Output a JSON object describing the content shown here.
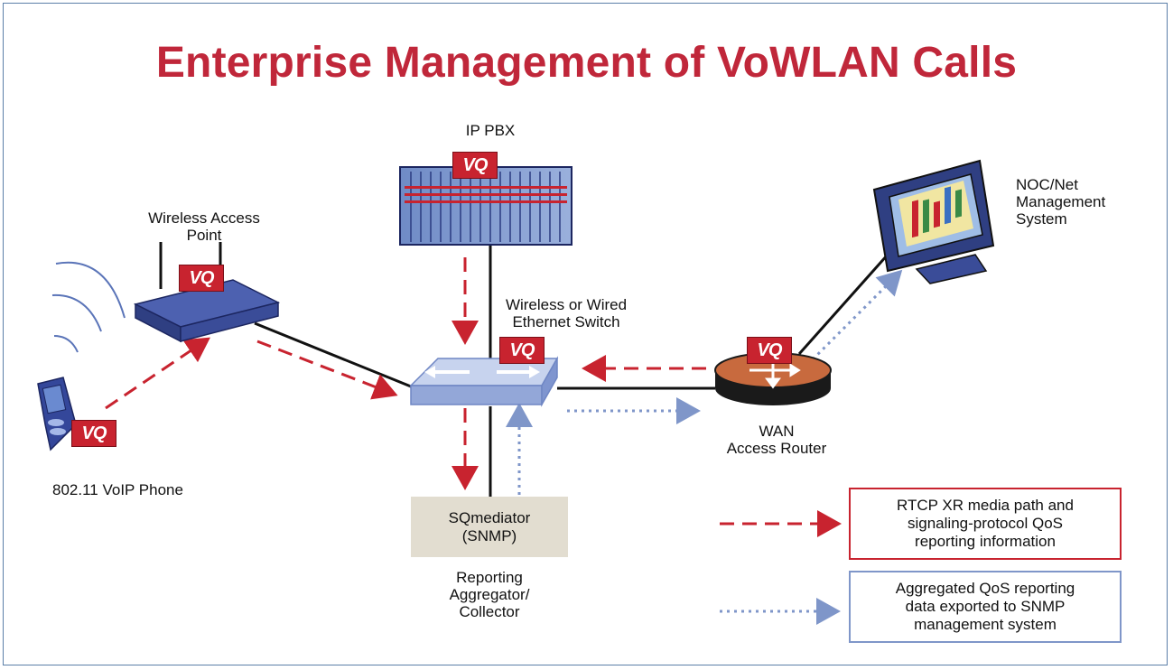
{
  "title": "Enterprise Management of VoWLAN Calls",
  "badge": "VQ",
  "nodes": {
    "ip_pbx": "IP PBX",
    "access_point": [
      "Wireless Access",
      "Point"
    ],
    "switch": [
      "Wireless or Wired",
      "Ethernet Switch"
    ],
    "noc": [
      "NOC/Net",
      "Management",
      "System"
    ],
    "phone": "802.11 VoIP Phone",
    "router": [
      "WAN",
      "Access Router"
    ],
    "sqmediator": [
      "SQmediator",
      "(SNMP)"
    ],
    "aggregator": [
      "Reporting",
      "Aggregator/",
      "Collector"
    ]
  },
  "legend": {
    "rtcp": [
      "RTCP XR media path and",
      "signaling-protocol QoS",
      "reporting information"
    ],
    "snmp": [
      "Aggregated QoS reporting",
      "data exported to SNMP",
      "management system"
    ]
  },
  "colors": {
    "title": "#c0273a",
    "dashed_arrow": "#c8232f",
    "dotted_arrow": "#7f96c9",
    "device_blue": "#3d4f9c",
    "sqmediator_box": "#e2ddd0",
    "frame": "#5b7fa8"
  },
  "icons": [
    "phone-icon",
    "access-point-icon",
    "pbx-icon",
    "switch-icon",
    "router-icon",
    "monitor-icon"
  ]
}
